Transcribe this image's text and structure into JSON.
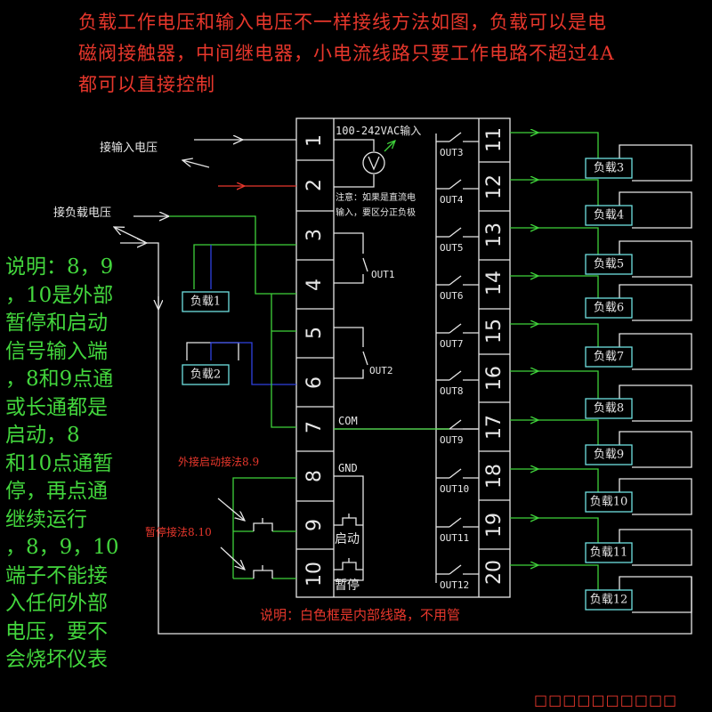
{
  "title_lines": [
    "负载工作电压和输入电压不一样接线方法如图，负载可以是电",
    "磁阀接触器，中间继电器，小电流线路只要工作电路不超过4A",
    "都可以直接控制"
  ],
  "side_note_lines": [
    "说明：8，9",
    "，10是外部",
    "暂停和启动",
    "信号输入端",
    "，8和9点通",
    "或长通都是",
    "启动，8",
    "和10点通暂",
    "停，再点通",
    "继续运行",
    "，8，9，10",
    "端子不能接",
    "入任何外部",
    "电压，要不",
    "会烧坏仪表"
  ],
  "bottom_note": "说明：白色框是内部线路，不用管",
  "footer_boxes": "□□□□□□□□□□",
  "input_voltage_label": "接输入电压",
  "load_voltage_label": "接负载电压",
  "power_label": "100-242VAC输入",
  "note_line1": "注意：如果是直流电",
  "note_line2": "输入，要区分正负极",
  "com_label": "COM",
  "gnd_label": "GND",
  "start_label": "启动",
  "pause_label": "暂停",
  "ext_start_label": "外接启动接法8.9",
  "ext_pause_label": "暂停接法8.10",
  "left_terminals": [
    "1",
    "2",
    "3",
    "4",
    "5",
    "6",
    "7",
    "8",
    "9",
    "10"
  ],
  "right_terminals": [
    "11",
    "12",
    "13",
    "14",
    "15",
    "16",
    "17",
    "18",
    "19",
    "20"
  ],
  "out_left": [
    "OUT1",
    "OUT2"
  ],
  "out_right": [
    "OUT3",
    "OUT4",
    "OUT5",
    "OUT6",
    "OUT7",
    "OUT8",
    "OUT9",
    "OUT10",
    "OUT11",
    "OUT12"
  ],
  "loads_left": [
    "负载1",
    "负载2"
  ],
  "loads_right": [
    "负载3",
    "负载4",
    "负载5",
    "负载6",
    "负载7",
    "负载8",
    "负载9",
    "负载10",
    "负载11",
    "负载12"
  ],
  "colors": {
    "white": "#e6e6e6",
    "green": "#3fd23a",
    "red": "#e8372c",
    "blue": "#2f42e0",
    "cyan": "#6fe0e0"
  }
}
